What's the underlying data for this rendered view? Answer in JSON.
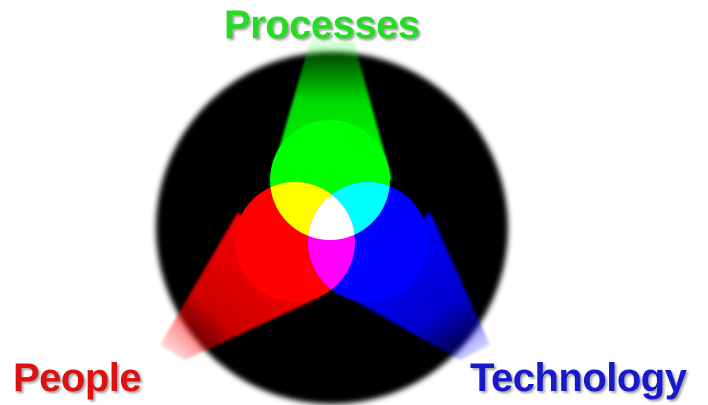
{
  "diagram": {
    "labels": {
      "processes": "Processes",
      "people": "People",
      "technology": "Technology"
    },
    "colors": {
      "processes": "#00ff00",
      "people": "#ff0000",
      "technology": "#0000ff",
      "background_disc": "#000000",
      "overlap_center": "#ffffff"
    }
  }
}
